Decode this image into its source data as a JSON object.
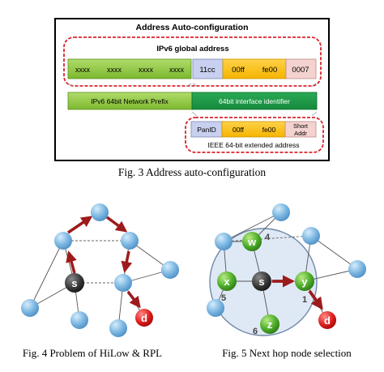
{
  "fig3": {
    "box_title": "Address Auto-configuration",
    "global_label": "IPv6 global address",
    "prefix_cells": [
      "xxxx",
      "xxxx",
      "xxxx",
      "xxxx"
    ],
    "iid_cells": [
      "11cc",
      "00ff",
      "fe00",
      "0007"
    ],
    "network_prefix": "IPv6 64bit Network Prefix",
    "interface_id": "64bit interface identifier",
    "ext_cells": [
      "PanID",
      "00ff",
      "fe00"
    ],
    "short_addr": [
      "Short",
      "Addr"
    ],
    "ext_label": "IEEE 64-bit extended address",
    "caption": "Fig. 3 Address auto-configuration",
    "colors": {
      "green": "#8cc43c",
      "dark_green": "#1c9a46",
      "orange": "#ffc000",
      "lavender": "#c7d0ee",
      "pink": "#f3d2cf",
      "red_dash": "#d9242c"
    }
  },
  "fig4": {
    "labels": {
      "s": "s",
      "d": "d"
    },
    "caption": "Fig. 4 Problem of HiLow & RPL"
  },
  "fig5": {
    "labels": {
      "s": "s",
      "d": "d",
      "w": "w",
      "x": "x",
      "y": "y",
      "z": "z"
    },
    "numbers": {
      "n4": "4",
      "n5": "5",
      "n1": "1",
      "n6": "6"
    },
    "caption": "Fig. 5 Next hop node selection"
  }
}
